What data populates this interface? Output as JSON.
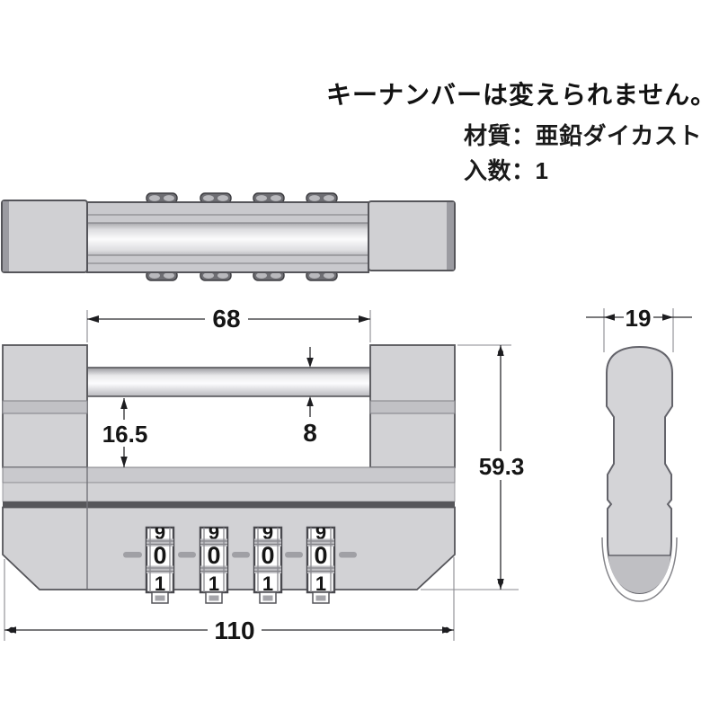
{
  "annotation": {
    "headline": "キーナンバーは変えられません。",
    "material": "材質：亜鉛ダイカスト",
    "quantity": "入数：1"
  },
  "dimensions": {
    "shackle_inside_width": "68",
    "shackle_diameter": "8",
    "vertical_clearance": "16.5",
    "body_height": "59.3",
    "body_width": "110",
    "body_depth": "19"
  },
  "dial": {
    "top_digit": "9",
    "middle_digit": "0",
    "bottom_digit": "1"
  },
  "colors": {
    "outline": "#55555a",
    "body_fill": "#d2d2d5",
    "band_fill": "#c1c1c5",
    "dark_band": "#56565a",
    "background": "#ffffff"
  }
}
